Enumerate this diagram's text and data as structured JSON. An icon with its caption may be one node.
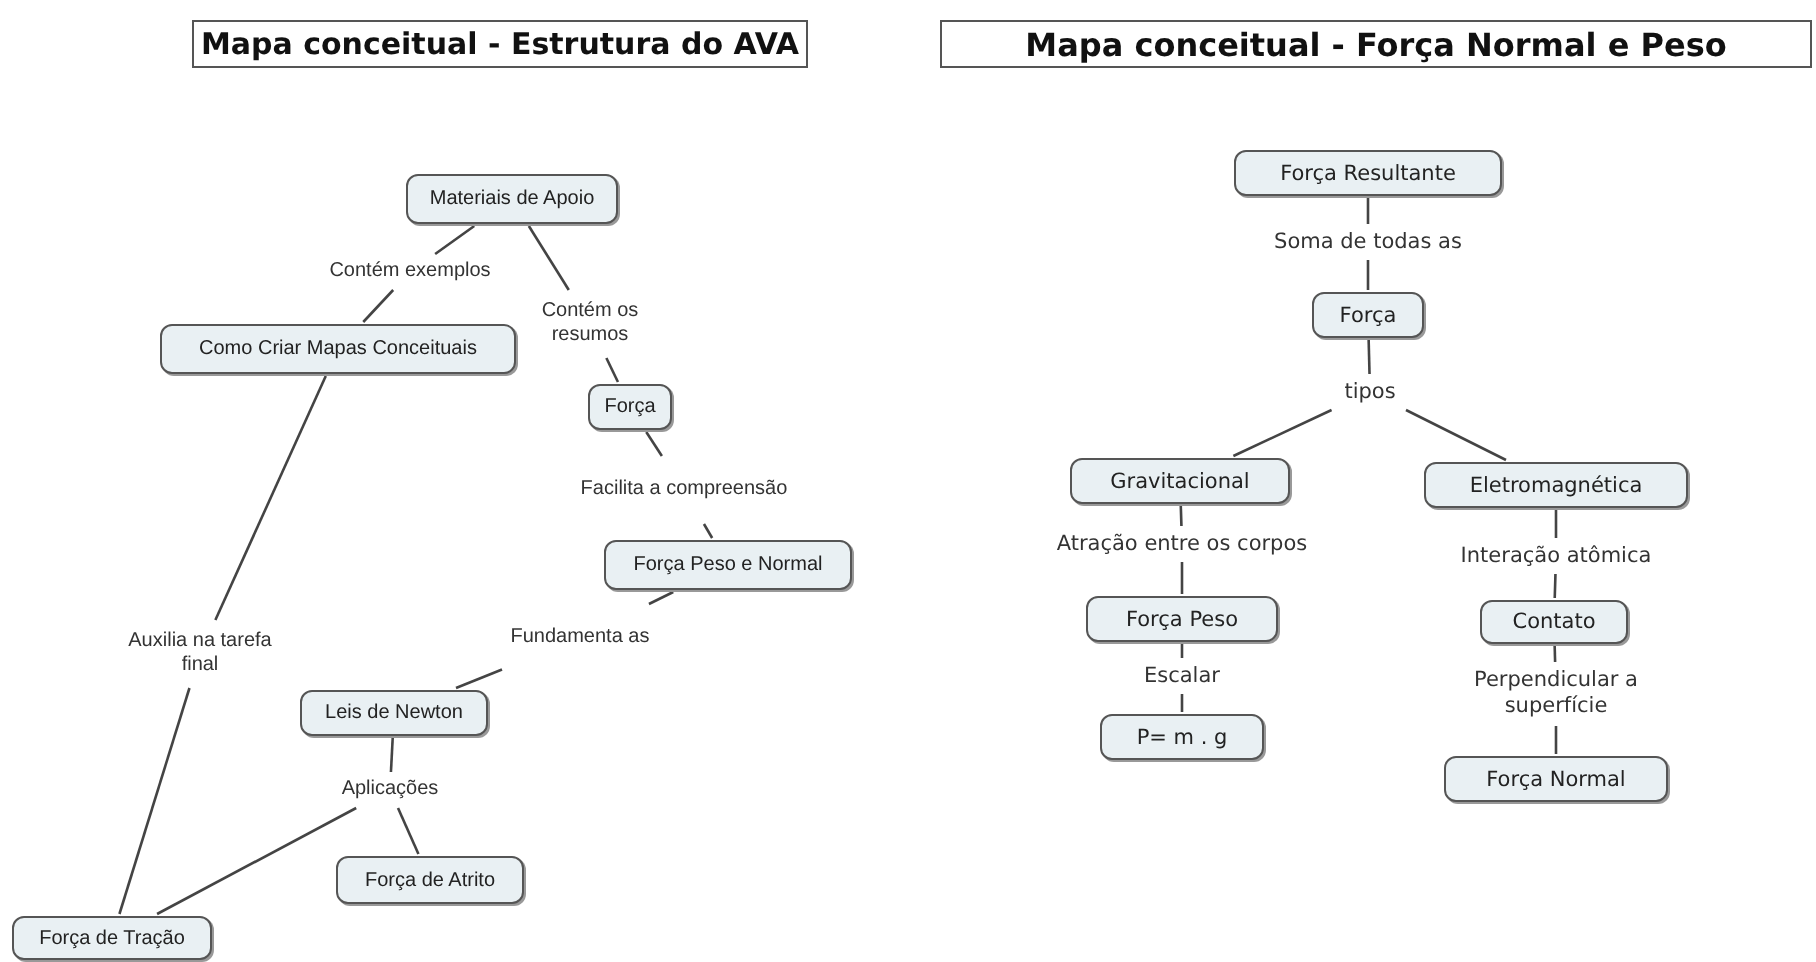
{
  "diagram": {
    "nodes": [
      {
        "text": [
          "Mapa conceitual - Estrutura do AVA"
        ]
      },
      {
        "text": [
          "Materiais de Apoio"
        ]
      },
      {
        "text": [
          "Contém exemplos"
        ]
      },
      {
        "text": [
          "Como Criar Mapas Conceituais"
        ]
      },
      {
        "text": [
          "Contém os resumos"
        ]
      },
      {
        "text": [
          "Força"
        ]
      },
      {
        "text": [
          "Facilita a compreensão"
        ]
      },
      {
        "text": [
          "Força Peso e Normal"
        ]
      },
      {
        "text": [
          "Auxilia na tarefa final"
        ]
      },
      {
        "text": [
          "Fundamenta as"
        ]
      },
      {
        "text": [
          "Leis de Newton"
        ]
      },
      {
        "text": [
          "Aplicações"
        ]
      },
      {
        "text": [
          "Força de Atrito"
        ]
      },
      {
        "text": [
          "Força de Tração"
        ]
      },
      {
        "text": [
          "Mapa conceitual - Força Normal e Peso"
        ]
      },
      {
        "text": [
          "Força Resultante"
        ]
      },
      {
        "text": [
          "Soma de todas as"
        ]
      },
      {
        "text": [
          "Força"
        ]
      },
      {
        "text": [
          "tipos"
        ]
      },
      {
        "text": [
          "Gravitacional"
        ]
      },
      {
        "text": [
          "Eletromagnética"
        ]
      },
      {
        "text": [
          "Atração entre os corpos"
        ]
      },
      {
        "text": [
          "Interação atômica"
        ]
      },
      {
        "text": [
          "Força Peso"
        ]
      },
      {
        "text": [
          "Contato"
        ]
      },
      {
        "text": [
          "Escalar"
        ]
      },
      {
        "text": [
          "Perpendicular a superfície"
        ]
      },
      {
        "text": [
          "P= m . g"
        ]
      },
      {
        "text": [
          "Força Normal"
        ]
      }
    ],
    "edges": [
      {
        "from": 1,
        "to": 2,
        "arrow": "none"
      },
      {
        "from": 2,
        "to": 3,
        "arrow": "none"
      },
      {
        "from": 1,
        "to": 4,
        "arrow": "none"
      },
      {
        "from": 4,
        "to": 5,
        "arrow": "none"
      },
      {
        "from": 5,
        "to": 6,
        "arrow": "none"
      },
      {
        "from": 6,
        "to": 7,
        "arrow": "none"
      },
      {
        "from": 3,
        "to": 8,
        "arrow": "none"
      },
      {
        "from": 8,
        "to": 13,
        "arrow": "none"
      },
      {
        "from": 7,
        "to": 9,
        "arrow": "none"
      },
      {
        "from": 9,
        "to": 10,
        "arrow": "none"
      },
      {
        "from": 10,
        "to": 11,
        "arrow": "none"
      },
      {
        "from": 11,
        "to": 12,
        "arrow": "none"
      },
      {
        "from": 11,
        "to": 13,
        "arrow": "none"
      },
      {
        "from": 15,
        "to": 16,
        "arrow": "none"
      },
      {
        "from": 16,
        "to": 17,
        "arrow": "none"
      },
      {
        "from": 17,
        "to": 18,
        "arrow": "none"
      },
      {
        "from": 18,
        "to": 19,
        "arrow": "none"
      },
      {
        "from": 18,
        "to": 20,
        "arrow": "none"
      },
      {
        "from": 19,
        "to": 21,
        "arrow": "none"
      },
      {
        "from": 21,
        "to": 23,
        "arrow": "none"
      },
      {
        "from": 23,
        "to": 25,
        "arrow": "none"
      },
      {
        "from": 25,
        "to": 27,
        "arrow": "none"
      },
      {
        "from": 20,
        "to": 22,
        "arrow": "none"
      },
      {
        "from": 22,
        "to": 24,
        "arrow": "none"
      },
      {
        "from": 24,
        "to": 26,
        "arrow": "none"
      },
      {
        "from": 26,
        "to": 28,
        "arrow": "none"
      }
    ]
  }
}
